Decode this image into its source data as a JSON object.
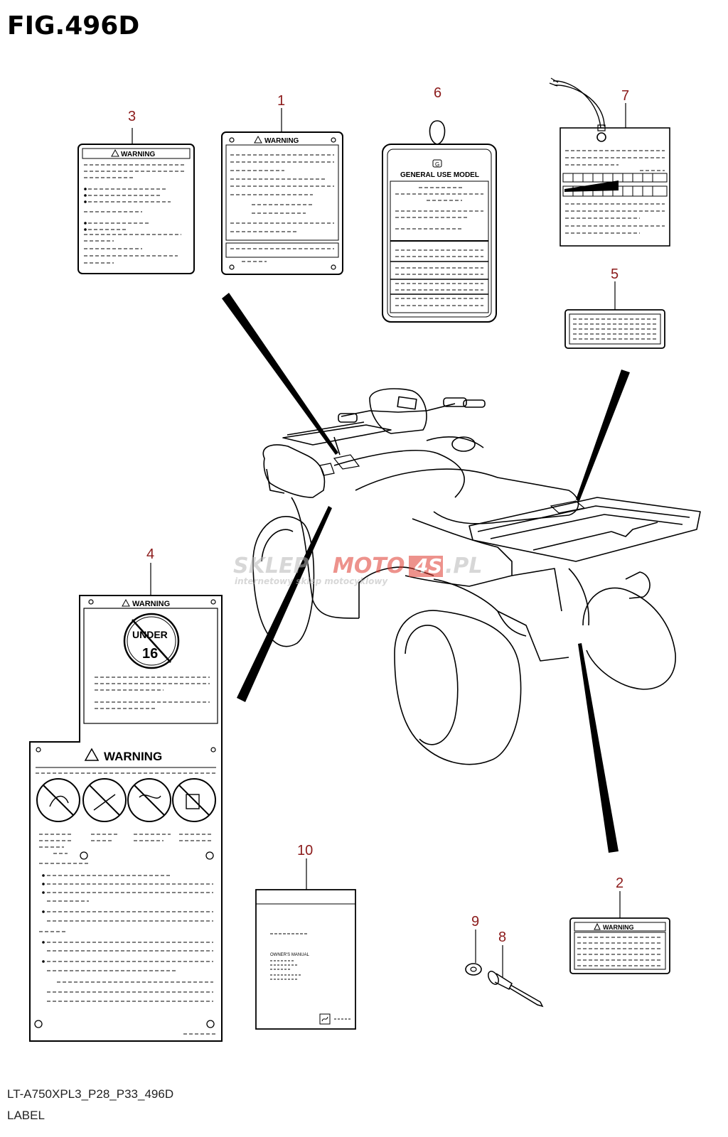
{
  "header": {
    "figure_title": "FIG.496D"
  },
  "footer": {
    "code": "LT-A750XPL3_P28_P33_496D",
    "section_name": "LABEL"
  },
  "callouts": [
    "1",
    "2",
    "3",
    "4",
    "5",
    "6",
    "7",
    "8",
    "9",
    "10"
  ],
  "label_texts": {
    "warning": "WARNING",
    "general_use_model": "GENERAL USE MODEL",
    "under": "UNDER",
    "age": "16",
    "owners_manual": "OWNER'S MANUAL",
    "tag_symbol": "G"
  },
  "watermark": {
    "brand_a": "SKLEP",
    "brand_b": "MOTO",
    "brand_c": "4",
    "brand_d": "S",
    "brand_e": ".PL",
    "tagline": "internetowy sklep motocyklowy"
  },
  "colors": {
    "callout": "#8b1a1a",
    "line": "#000000",
    "watermark_red": "#e03a2f",
    "watermark_gray": "#b8b8b8"
  }
}
